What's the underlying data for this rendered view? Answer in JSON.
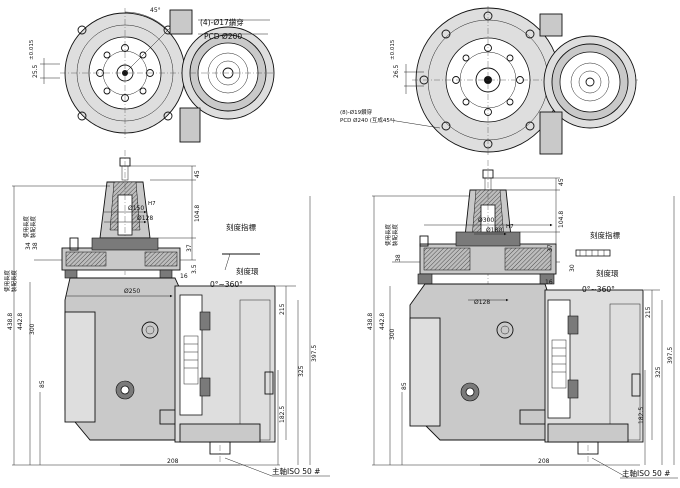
{
  "left": {
    "angle_45": "45°",
    "holes_label": "(4)-Ø17鑽穿",
    "pcd_label": "PCD Ø200",
    "dim_25_5": "25.5",
    "tol_25_5": "±0.015",
    "dim_45": "45",
    "dim_104_8": "104.8",
    "dim_37": "37",
    "dim_3_5": "3.5",
    "dim_16": "16",
    "dia_150": "Ø150",
    "dia_150_tol": "H7",
    "dia_128": "Ø128",
    "dia_250": "Ø250",
    "use_length_a": "使用長度",
    "assembly_length_a": "裝配長度",
    "dim_34": "34",
    "dim_38": "38",
    "use_length_b": "使用長度",
    "assembly_length_b": "裝配長度",
    "scale_pointer": "刻度指標",
    "scale_ring": "刻度環",
    "rotation": "0°~360°",
    "dim_438_8": "438.8",
    "dim_442_8": "442.8",
    "dim_300": "300",
    "dim_85": "85",
    "dim_215": "215",
    "dim_397_5": "397.5",
    "dim_325": "325",
    "dim_182_5": "182.5",
    "dim_208": "208",
    "spindle": "主軸ISO 50 #"
  },
  "right": {
    "dim_26_5": "26.5",
    "tol_26_5": "±0.015",
    "holes_label": "(8)-Ø19鑽穿",
    "pcd_label": "PCD Ø240 (互成45°)",
    "dim_45": "45",
    "dim_104_8": "104.8",
    "dim_37": "37",
    "dia_300": "Ø300",
    "dia_180": "Ø180",
    "dia_180_tol": "H7",
    "dia_128": "Ø128",
    "dim_16": "16",
    "dim_38": "38",
    "dim_30": "30",
    "use_length": "使用長度",
    "assembly_length": "裝配長度",
    "scale_pointer": "刻度指標",
    "scale_ring": "刻度環",
    "rotation": "0°~360°",
    "dim_438_8": "438.8",
    "dim_442_8": "442.8",
    "dim_300": "300",
    "dim_85": "85",
    "dim_215": "215",
    "dim_397_5": "397.5",
    "dim_325": "325",
    "dim_182_5": "182.5",
    "dim_208": "208",
    "spindle": "主軸ISO 50 #"
  }
}
